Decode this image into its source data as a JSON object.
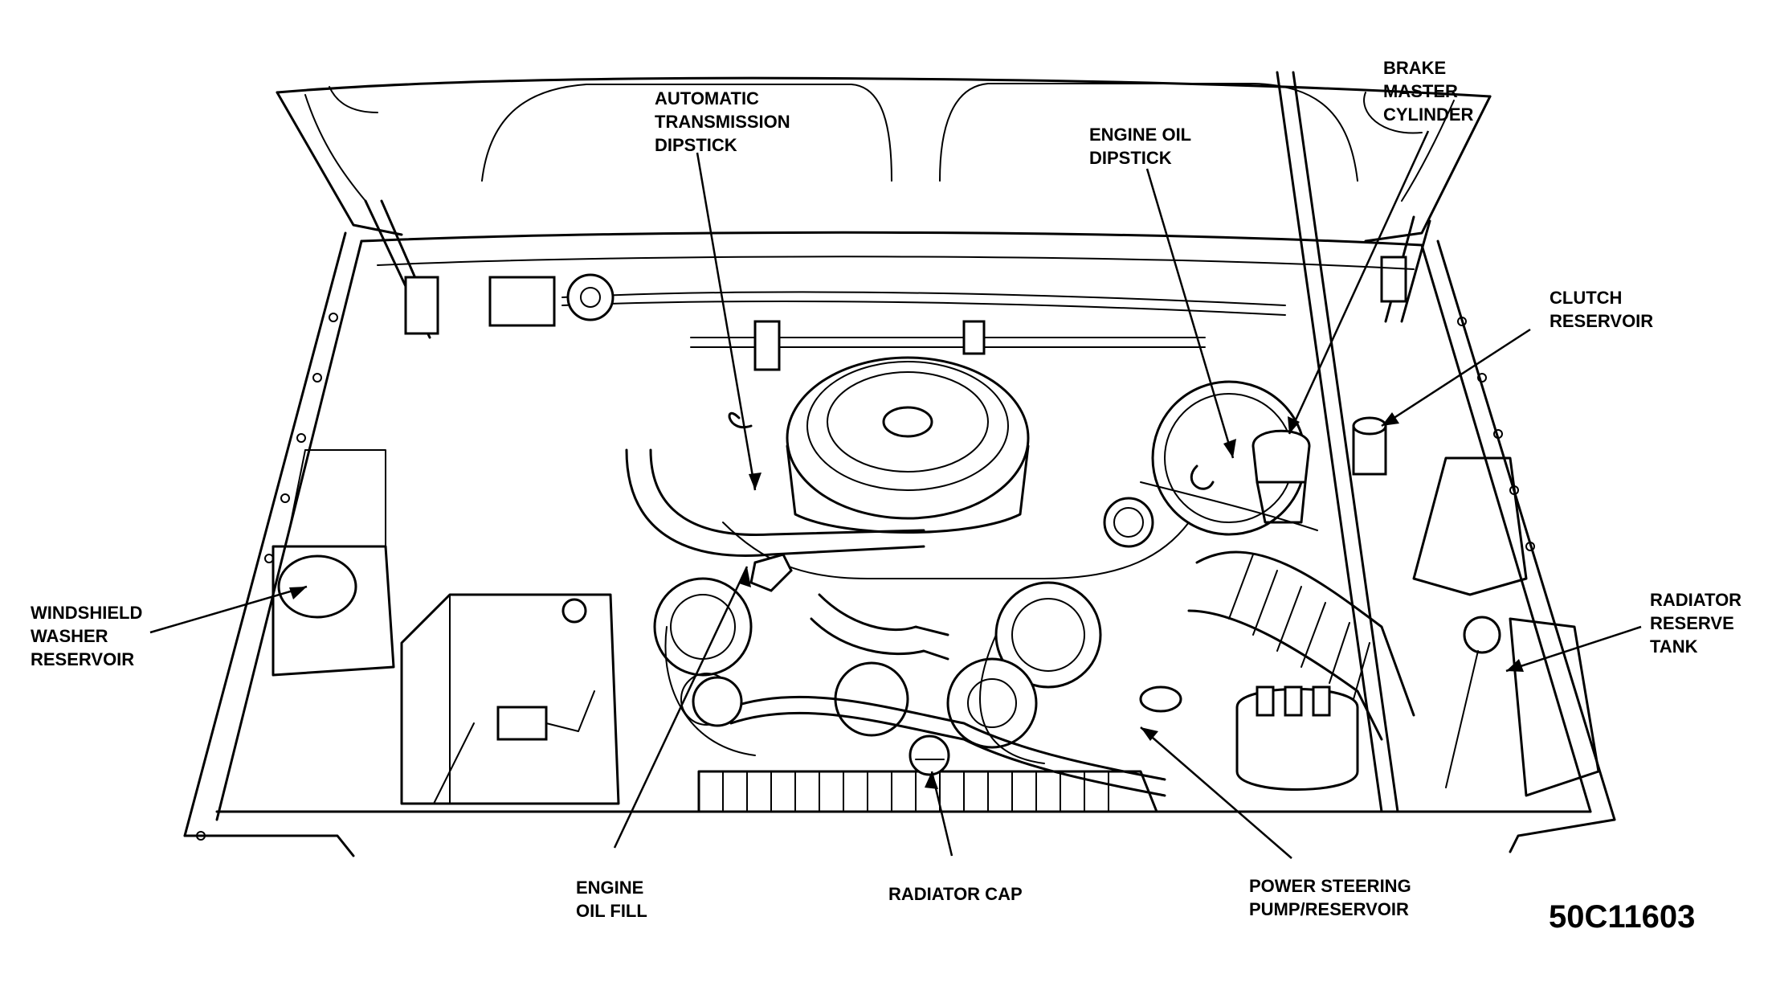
{
  "figure_code": "50C11603",
  "labels": {
    "automatic_transmission_dipstick": [
      "AUTOMATIC",
      "TRANSMISSION",
      "DIPSTICK"
    ],
    "engine_oil_dipstick": [
      "ENGINE OIL",
      "DIPSTICK"
    ],
    "brake_master_cylinder": [
      "BRAKE",
      "MASTER",
      "CYLINDER"
    ],
    "clutch_reservoir": [
      "CLUTCH",
      "RESERVOIR"
    ],
    "windshield_washer_reservoir": [
      "WINDSHIELD",
      "WASHER",
      "RESERVOIR"
    ],
    "radiator_reserve_tank": [
      "RADIATOR",
      "RESERVE",
      "TANK"
    ],
    "engine_oil_fill": [
      "ENGINE",
      "OIL FILL"
    ],
    "radiator_cap": [
      "RADIATOR CAP"
    ],
    "power_steering_pump_reservoir": [
      "POWER STEERING",
      "PUMP/RESERVOIR"
    ]
  }
}
